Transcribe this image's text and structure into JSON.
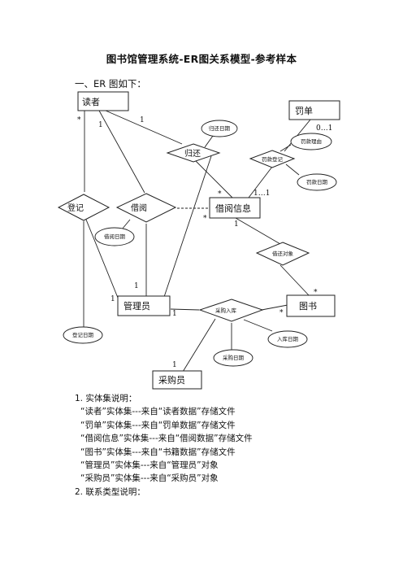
{
  "document": {
    "title": "图书馆管理系统-ER图关系模型-参考样本",
    "section_heading": "一、ER 图如下："
  },
  "diagram": {
    "entities": {
      "reader": "读者",
      "fine": "罚单",
      "borrow_info": "借阅信息",
      "book": "图书",
      "admin": "管理员",
      "purchaser": "采购员"
    },
    "relationships": {
      "return": "归还",
      "fine_register": "罚款登记",
      "register": "登记",
      "borrow": "借阅",
      "borrow_target": "借还对象",
      "purchase_in": "采购入库"
    },
    "attributes": {
      "return_date": "归还日期",
      "fine_reason": "罚款理由",
      "fine_date": "罚款日期",
      "borrow_date": "借阅日期",
      "register_date": "登记日期",
      "stock_date": "入库日期",
      "purchase_date": "采购日期"
    },
    "cardinalities": {
      "reader_register": "*",
      "reader_borrow": "1",
      "reader_return": "1",
      "fine_near": "0…1",
      "borrow_info_left": "*",
      "borrow_info_bottom": "1",
      "borrow_info_fine": "1…1",
      "borrow_info_return": "*",
      "book_target": "*",
      "book_purchase": "*",
      "admin_register": "1",
      "admin_borrow": "1",
      "admin_purchase": "1",
      "purchaser": "1"
    }
  },
  "body": {
    "entity_heading": "1. 实体集说明：",
    "entity_lines": [
      "“读者”实体集---来自“读者数据”存储文件",
      "“罚单”实体集---来自“罚单数据”存储文件",
      "“借阅信息”实体集---来自“借阅数据”存储文件",
      "“图书”实体集---来自“书籍数据”存储文件",
      "“管理员”实体集---来自“管理员”对象",
      "“采购员”实体集---来自“采购员”对象"
    ],
    "relation_heading": "2. 联系类型说明："
  }
}
